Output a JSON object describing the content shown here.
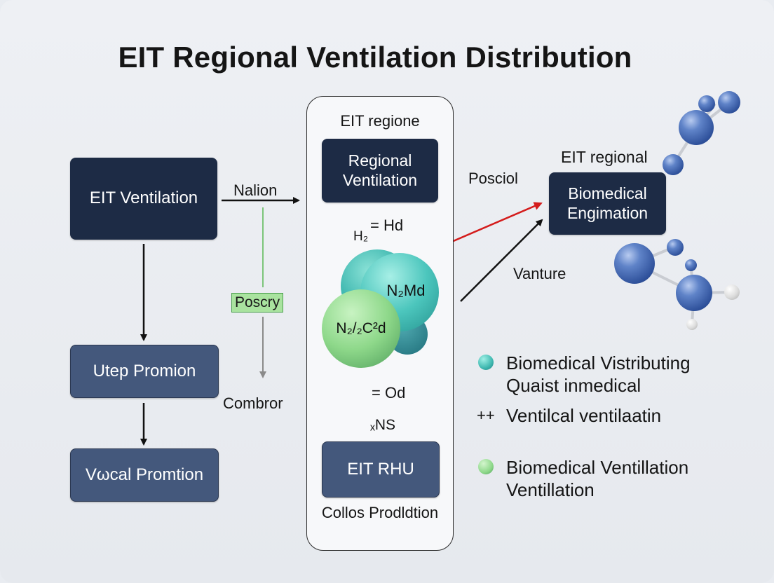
{
  "title": "EIT Regional Ventilation Distribution",
  "left_column": {
    "box1": "EIT Ventilation",
    "box2": "Utep Promion",
    "box3": "Vωcal Promtion"
  },
  "left_connectors": {
    "arrow_label": "Nalion",
    "tag": "Poscry",
    "bottom_label": "Combror"
  },
  "center_panel": {
    "heading": "EIT regione",
    "top_box": "Regional Ventilation",
    "formula_top": "= Hd",
    "formula_top_sub": "H₂",
    "sphere_top": "N₂Md",
    "sphere_green": "N₂/₂C²d",
    "formula_bottom": "= Od",
    "formula_bottom_sub": "ₓNS",
    "bottom_box": "EIT RHU",
    "caption": "Collos Prodldtion"
  },
  "right_section": {
    "label_posciol": "Posciol",
    "label_regional": "EIT regional",
    "box": "Biomedical Engimation",
    "label_vanture": "Vanture"
  },
  "legend": {
    "item1_line1": "Biomedical Vistributing",
    "item1_line2": "Quaist inmedical",
    "item2_marker": "++",
    "item2": "Ventilcal ventilaatin",
    "item3_line1": "Biomedical Ventillation",
    "item3_line2": "Ventillation"
  },
  "colors": {
    "dark_box": "#1d2b45",
    "mid_box": "#44587c",
    "teal": "#3fb8b0",
    "green": "#8ed88a",
    "red_arrow": "#d41c1c",
    "molecule_blue": "#2d4f99"
  }
}
